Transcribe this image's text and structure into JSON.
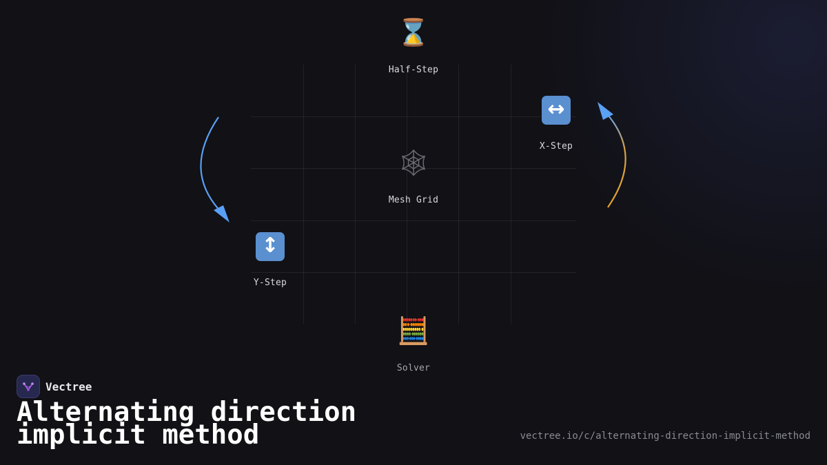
{
  "brand": {
    "name": "Vectree"
  },
  "title": "Alternating direction implicit method",
  "url": "vectree.io/c/alternating-direction-implicit-method",
  "nodes": {
    "half_step": {
      "label": "Half-Step",
      "icon": "hourglass-icon",
      "glyph": "⌛"
    },
    "x_step": {
      "label": "X-Step",
      "icon": "left-right-arrow-icon",
      "glyph": "↔"
    },
    "mesh_grid": {
      "label": "Mesh Grid",
      "icon": "spider-web-icon",
      "glyph": "🕸"
    },
    "y_step": {
      "label": "Y-Step",
      "icon": "up-down-arrow-icon",
      "glyph": "↕"
    },
    "solver": {
      "label": "Solver",
      "icon": "abacus-icon",
      "glyph": "🧮"
    }
  },
  "colors": {
    "background": "#111116",
    "arrow_blue": "#5aa0f5",
    "arrow_orange": "#e0a030",
    "logo_bg": "#272850",
    "logo_mark": "#b066e0"
  }
}
